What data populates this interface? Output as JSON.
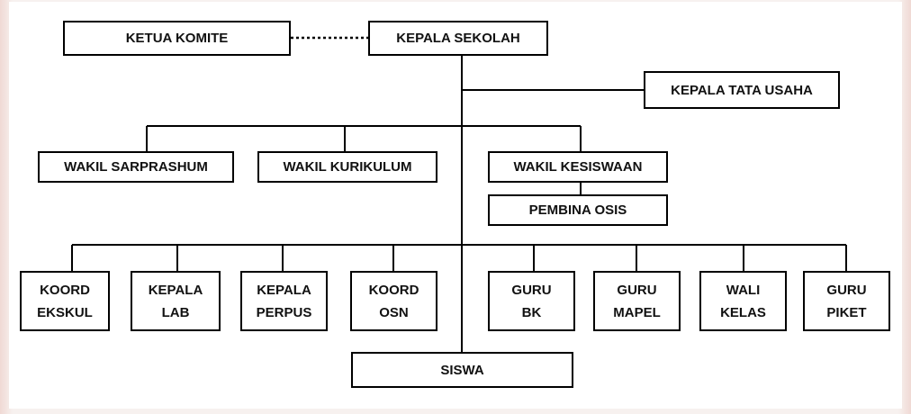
{
  "diagram": {
    "nodes": {
      "ketua_komite": "KETUA KOMITE",
      "kepala_sekolah": "KEPALA SEKOLAH",
      "kepala_tata_usaha": "KEPALA TATA USAHA",
      "wakil_sarprashum": "WAKIL SARPRASHUM",
      "wakil_kurikulum": "WAKIL KURIKULUM",
      "wakil_kesiswaan": "WAKIL KESISWAAN",
      "pembina_osis": "PEMBINA OSIS",
      "koord_ekskul": [
        "KOORD",
        "EKSKUL"
      ],
      "kepala_lab": [
        "KEPALA",
        "LAB"
      ],
      "kepala_perpus": [
        "KEPALA",
        "PERPUS"
      ],
      "koord_osn": [
        "KOORD",
        "OSN"
      ],
      "guru_bk": [
        "GURU",
        "BK"
      ],
      "guru_mapel": [
        "GURU",
        "MAPEL"
      ],
      "wali_kelas": [
        "WALI",
        "KELAS"
      ],
      "guru_piket": [
        "GURU",
        "PIKET"
      ],
      "siswa": "SISWA"
    }
  }
}
